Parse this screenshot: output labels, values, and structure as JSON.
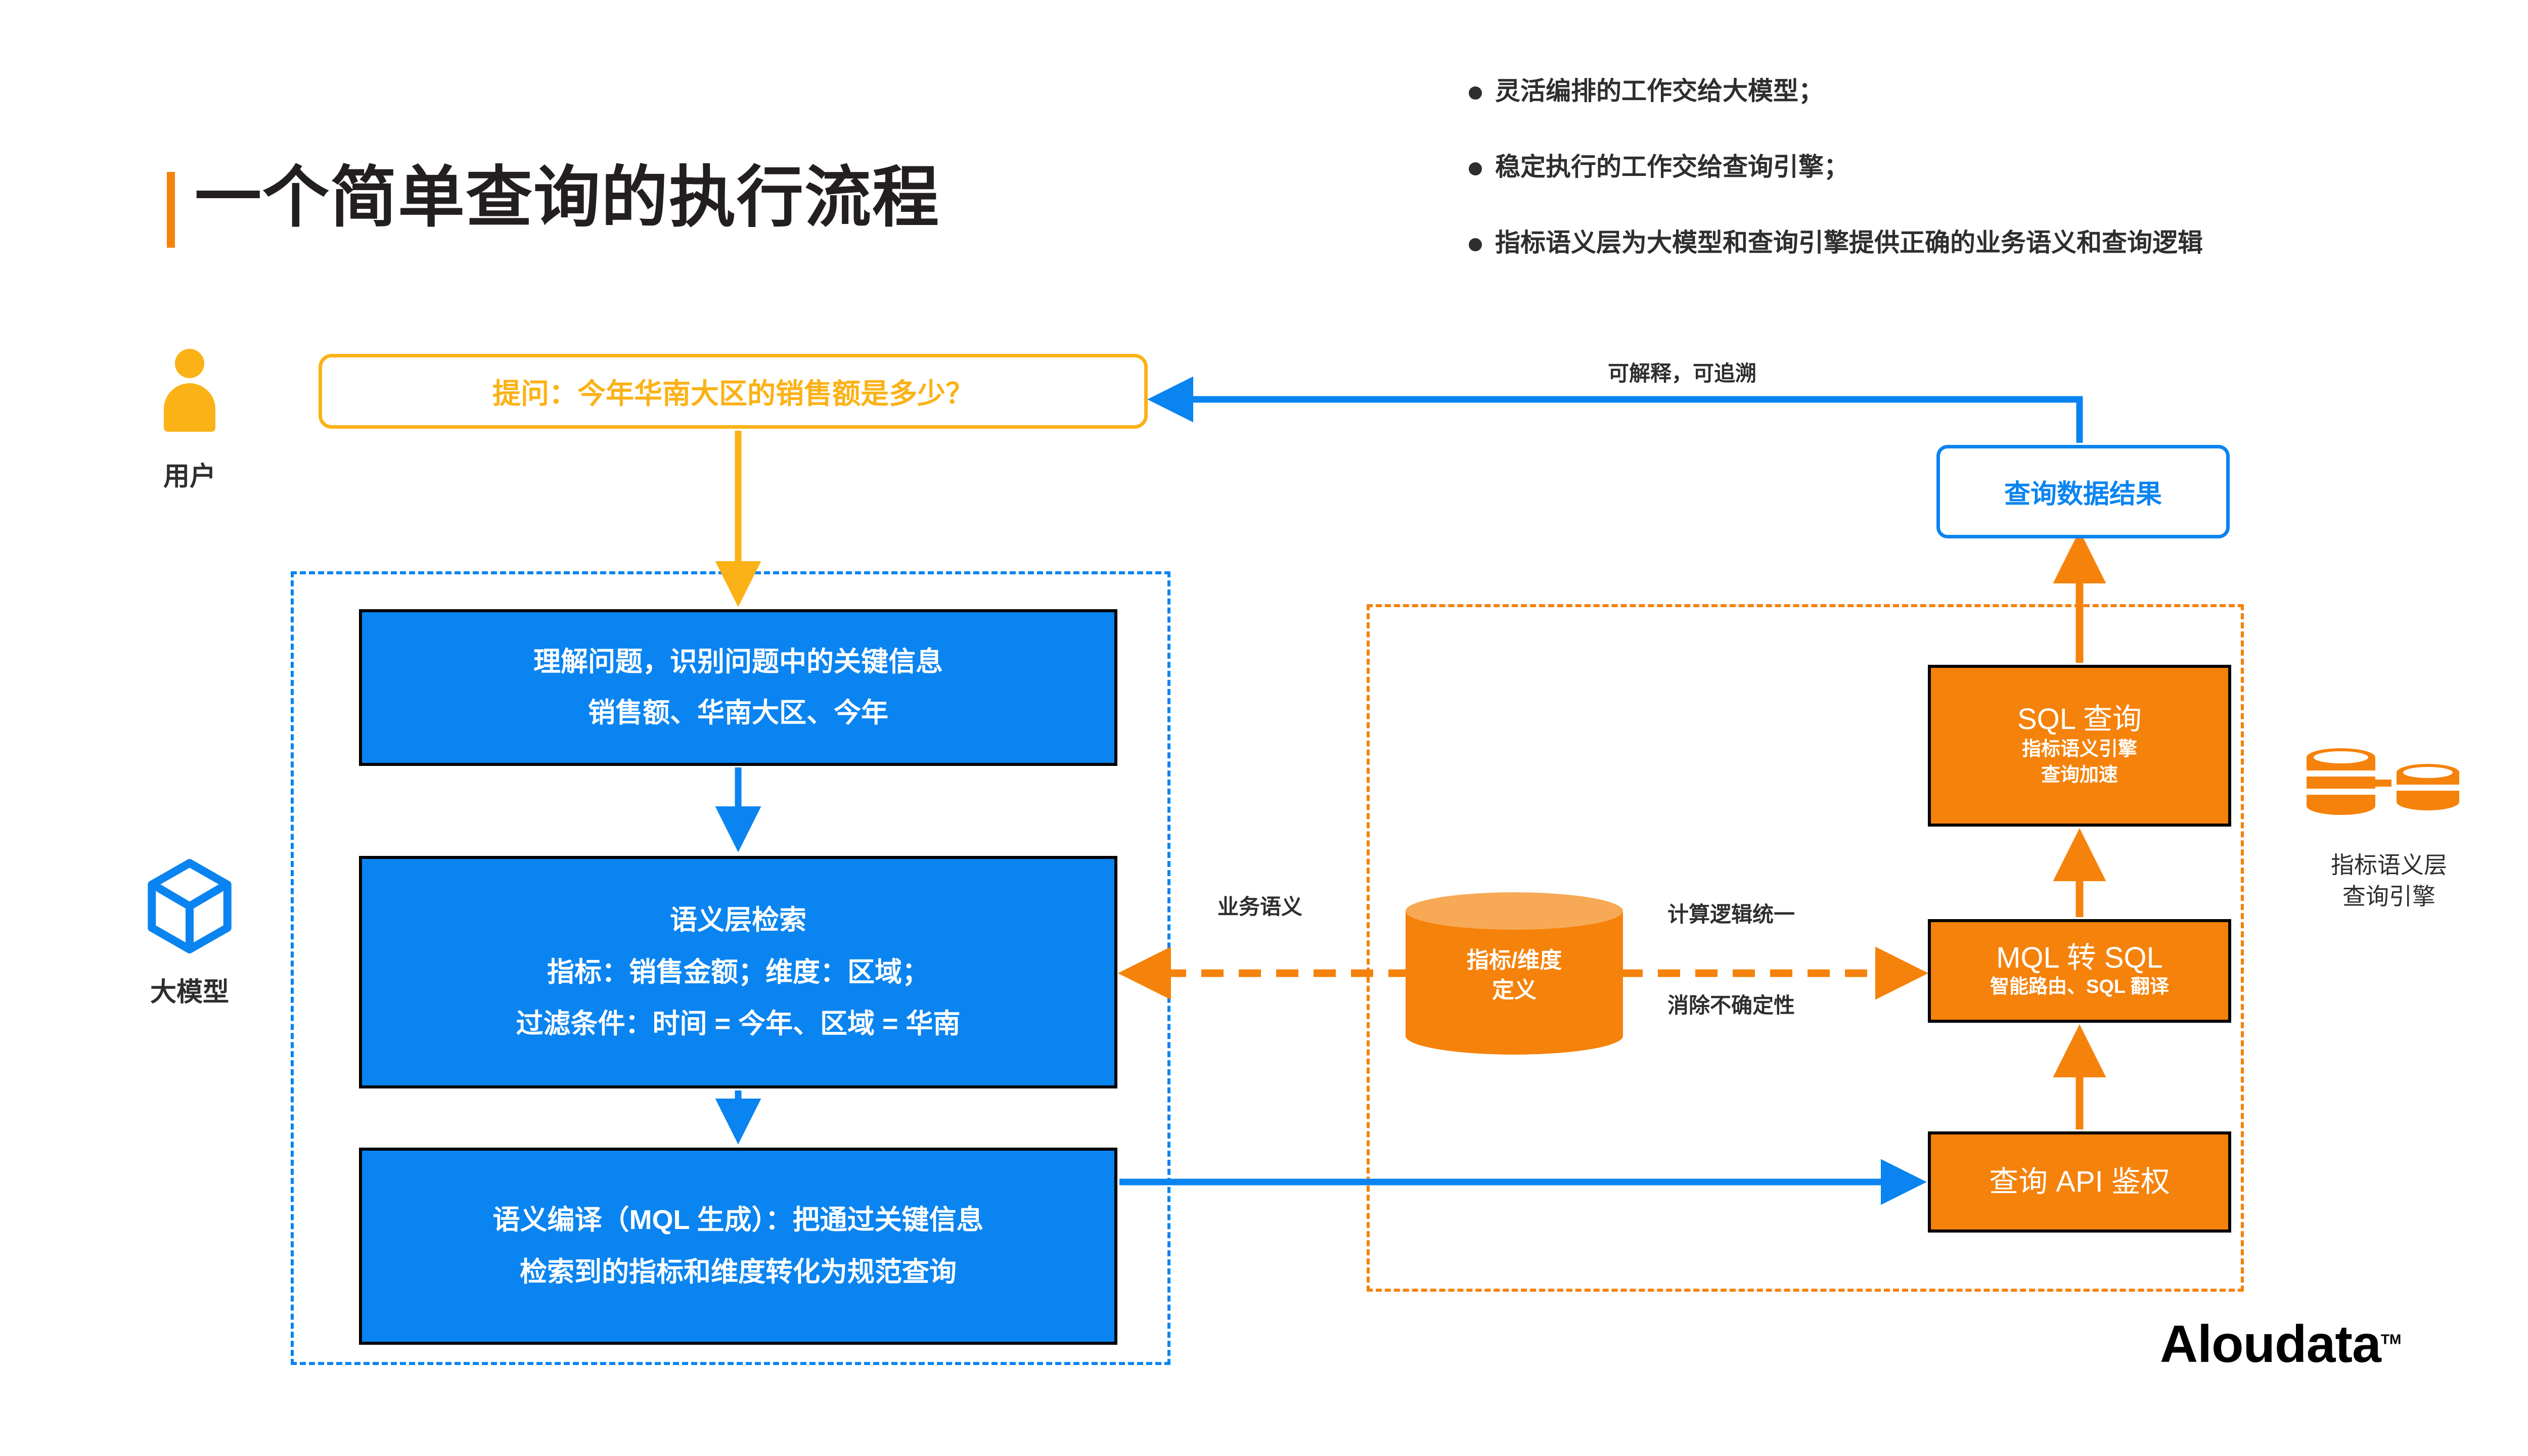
{
  "page": {
    "title": "一个简单查询的执行流程",
    "logo": "Aloudata",
    "logo_tm": "TM"
  },
  "bullets": [
    {
      "text": "灵活编排的工作交给大模型；"
    },
    {
      "text": "稳定执行的工作交给查询引擎；"
    },
    {
      "text": "指标语义层为大模型和查询引擎提供正确的业务语义和查询逻辑"
    }
  ],
  "actors": {
    "user_label": "用户",
    "user_icon": "person-icon",
    "llm_label": "大模型",
    "llm_icon": "cube-icon"
  },
  "question": {
    "text": "提问：今年华南大区的销售额是多少？"
  },
  "llm_zone": {
    "boxes": [
      {
        "lines": [
          "理解问题，识别问题中的关键信息",
          "销售额、华南大区、今年"
        ]
      },
      {
        "lines": [
          "语义层检索",
          "指标：销售金额；维度：区域；",
          "过滤条件：时间 = 今年、区域 = 华南"
        ]
      },
      {
        "lines": [
          "语义编译（MQL 生成）：把通过关键信息",
          "检索到的指标和维度转化为规范查询"
        ]
      }
    ]
  },
  "engine_zone": {
    "boxes": [
      {
        "title": "SQL 查询",
        "subtitle_lines": [
          "指标语义引擎",
          "查询加速"
        ]
      },
      {
        "title": "MQL 转 SQL",
        "subtitle_lines": [
          "智能路由、SQL 翻译"
        ]
      },
      {
        "title": "查询 API 鉴权",
        "subtitle_lines": []
      }
    ]
  },
  "semantic_store": {
    "lines": [
      "指标/维度",
      "定义"
    ],
    "icon": "database-cylinder-icon"
  },
  "result": {
    "text": "查询数据结果"
  },
  "engine_badge": {
    "icon": "database-cluster-icon",
    "lines": [
      "指标语义层",
      "查询引擎"
    ]
  },
  "edge_labels": {
    "business_semantics": "业务语义",
    "unified_logic": "计算逻辑统一",
    "remove_uncertainty": "消除不确定性",
    "traceable": "可解释，可追溯"
  },
  "colors": {
    "blue": "#0A84F0",
    "orange": "#F5820B",
    "yellow": "#FBB217",
    "text": "#2e2e2e"
  }
}
